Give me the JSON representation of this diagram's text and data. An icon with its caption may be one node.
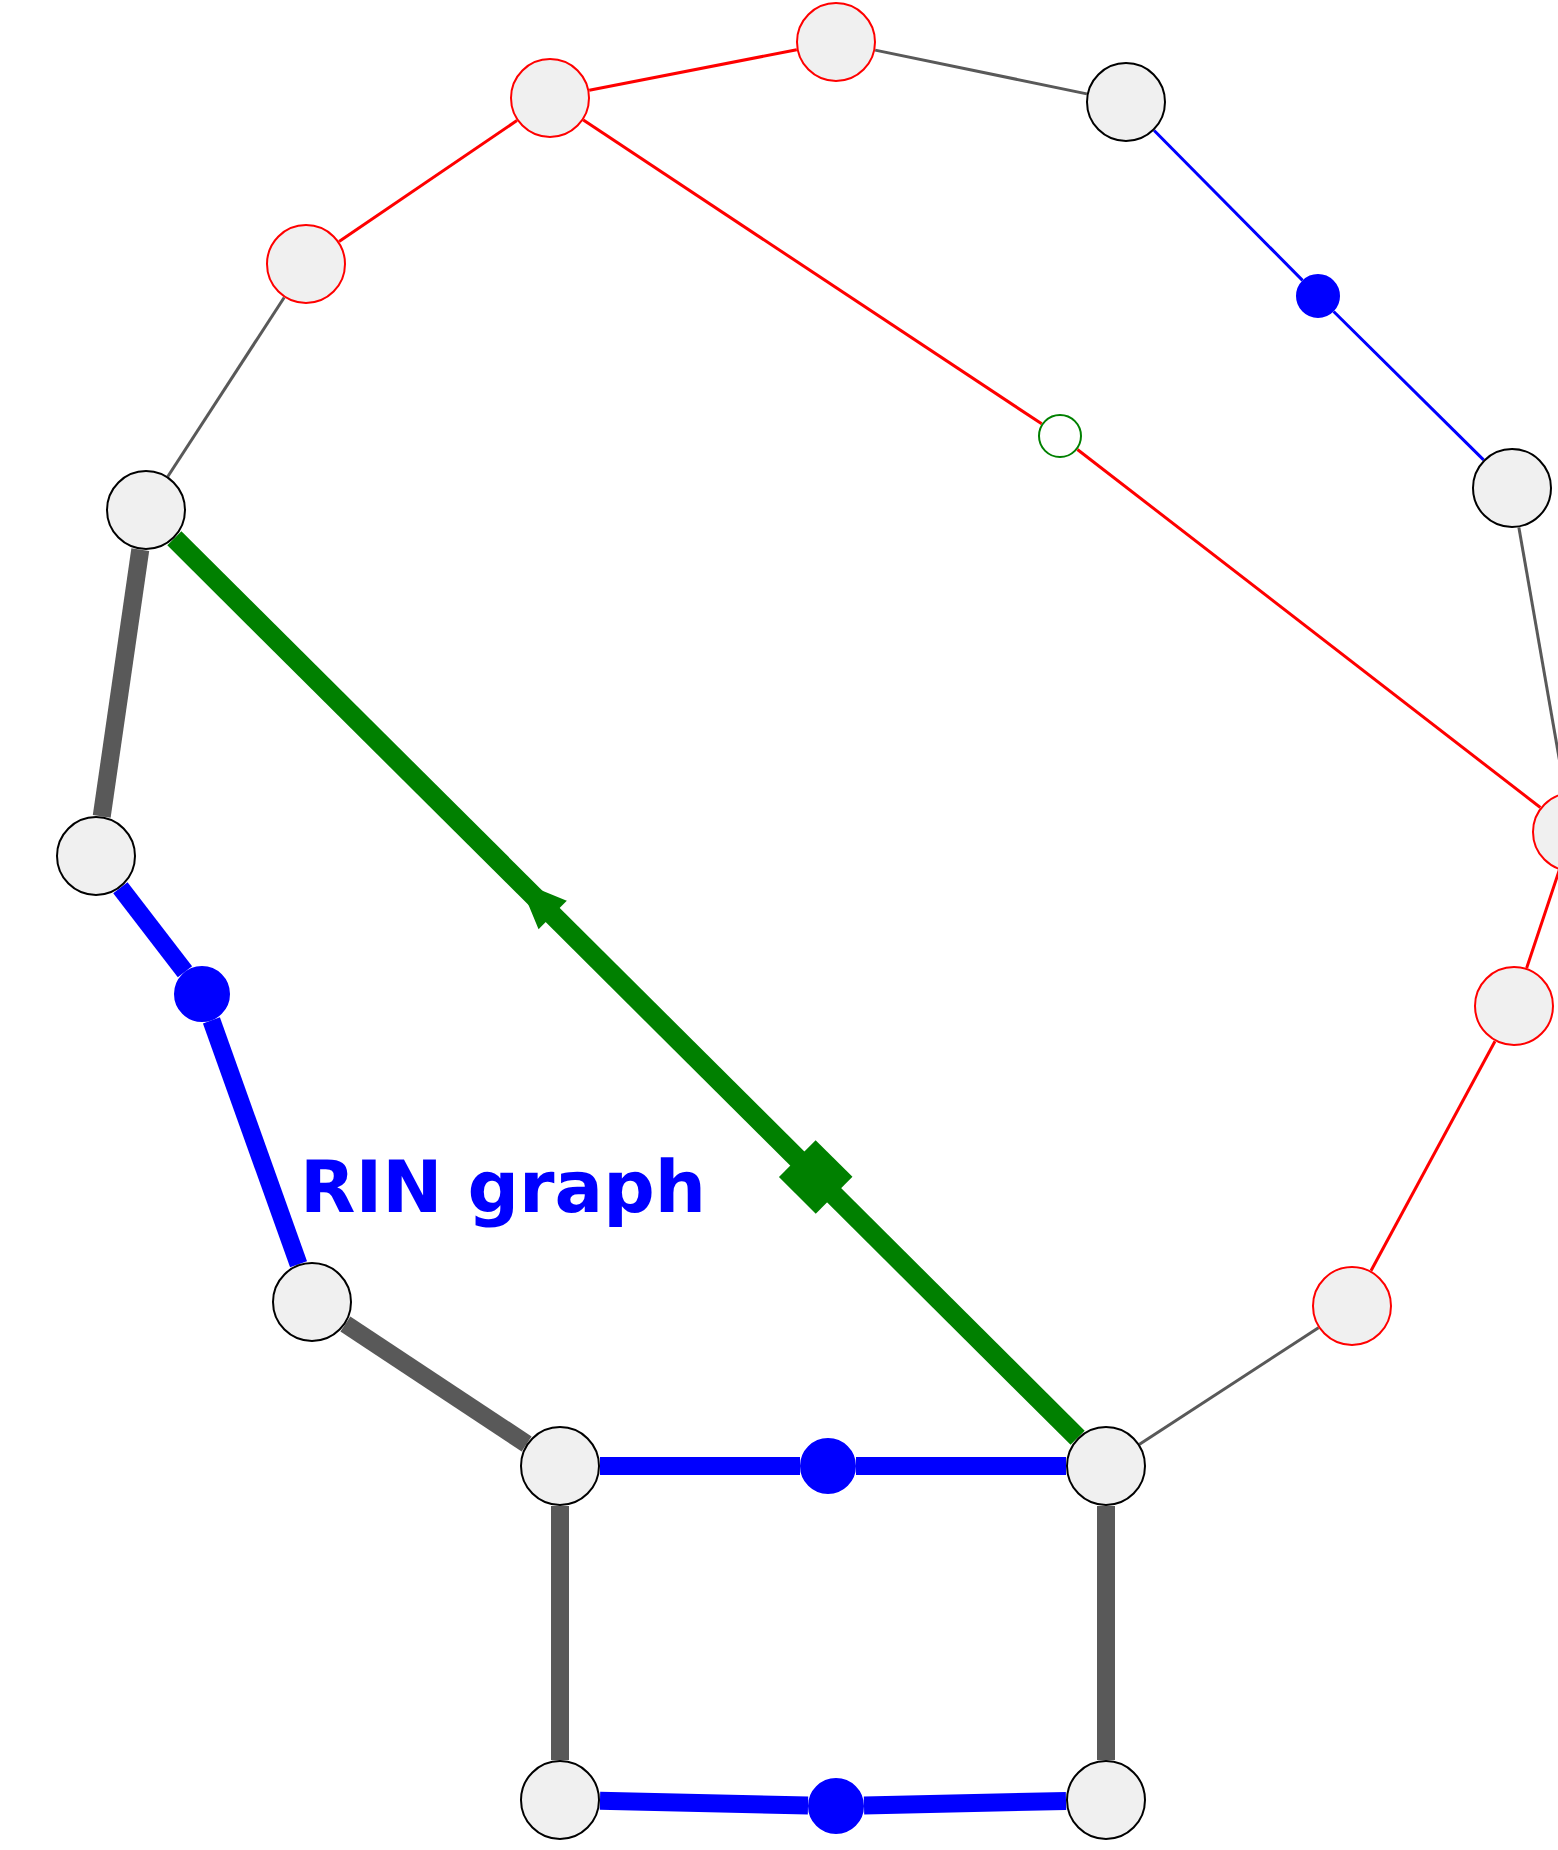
{
  "diagram": {
    "nodes": [
      {
        "text": [],
        "shape": "circle"
      },
      {
        "text": [],
        "shape": "circle"
      },
      {
        "text": [],
        "shape": "circle"
      },
      {
        "text": [],
        "shape": "circle"
      },
      {
        "text": [],
        "shape": "circle"
      },
      {
        "text": [],
        "shape": "circle"
      },
      {
        "text": [],
        "shape": "circle"
      },
      {
        "text": [],
        "shape": "circle"
      },
      {
        "text": [],
        "shape": "circle"
      },
      {
        "text": [],
        "shape": "circle"
      },
      {
        "text": [],
        "shape": "circle"
      },
      {
        "text": [],
        "shape": "circle"
      },
      {
        "text": [],
        "shape": "circle"
      },
      {
        "text": [],
        "shape": "circle"
      },
      {
        "text": [],
        "shape": "circle"
      },
      {
        "text": [],
        "shape": "circle"
      },
      {
        "text": [],
        "shape": "circle"
      },
      {
        "text": [],
        "shape": "circle"
      },
      {
        "text": [],
        "shape": "circle"
      },
      {
        "text": [],
        "shape": "circle"
      }
    ],
    "edges": [
      {
        "from": 1,
        "to": 0,
        "arrow": "none",
        "color": "#ff0000"
      },
      {
        "from": 0,
        "to": 2,
        "arrow": "none"
      },
      {
        "from": 3,
        "to": 1,
        "arrow": "none",
        "color": "#ff0000"
      },
      {
        "from": 2,
        "to": 4,
        "arrow": "none",
        "color": "#0000ff"
      },
      {
        "from": 4,
        "to": 7,
        "arrow": "none",
        "color": "#0000ff"
      },
      {
        "from": 1,
        "to": 5,
        "arrow": "none",
        "color": "#ff0000"
      },
      {
        "from": 5,
        "to": 8,
        "arrow": "none",
        "color": "#ff0000"
      },
      {
        "from": 6,
        "to": 3,
        "arrow": "none"
      },
      {
        "from": 7,
        "to": 8,
        "arrow": "none"
      },
      {
        "from": 8,
        "to": 10,
        "arrow": "none",
        "color": "#ff0000"
      },
      {
        "from": 10,
        "to": 12,
        "arrow": "none",
        "color": "#ff0000"
      },
      {
        "from": 12,
        "to": 16,
        "arrow": "none"
      },
      {
        "from": 6,
        "to": 9,
        "arrow": "none",
        "style": "thick"
      },
      {
        "from": 9,
        "to": 11,
        "arrow": "none",
        "style": "thick",
        "color": "#0000ff"
      },
      {
        "from": 11,
        "to": 13,
        "arrow": "none",
        "style": "thick",
        "color": "#0000ff"
      },
      {
        "from": 13,
        "to": 14,
        "arrow": "none",
        "style": "thick"
      },
      {
        "from": 14,
        "to": 15,
        "arrow": "none",
        "style": "thick",
        "color": "#0000ff"
      },
      {
        "from": 15,
        "to": 16,
        "arrow": "none",
        "style": "thick",
        "color": "#0000ff"
      },
      {
        "from": 14,
        "to": 17,
        "arrow": "none",
        "style": "thick"
      },
      {
        "from": 16,
        "to": 19,
        "arrow": "none",
        "style": "thick"
      },
      {
        "from": 17,
        "to": 18,
        "arrow": "none",
        "style": "thick",
        "color": "#0000ff"
      },
      {
        "from": 18,
        "to": 19,
        "arrow": "none",
        "style": "thick",
        "color": "#0000ff"
      },
      {
        "from": 16,
        "to": 6,
        "arrow": "to",
        "style": "thick",
        "color": "#008000"
      }
    ],
    "labels": [
      "RIN graph"
    ]
  }
}
